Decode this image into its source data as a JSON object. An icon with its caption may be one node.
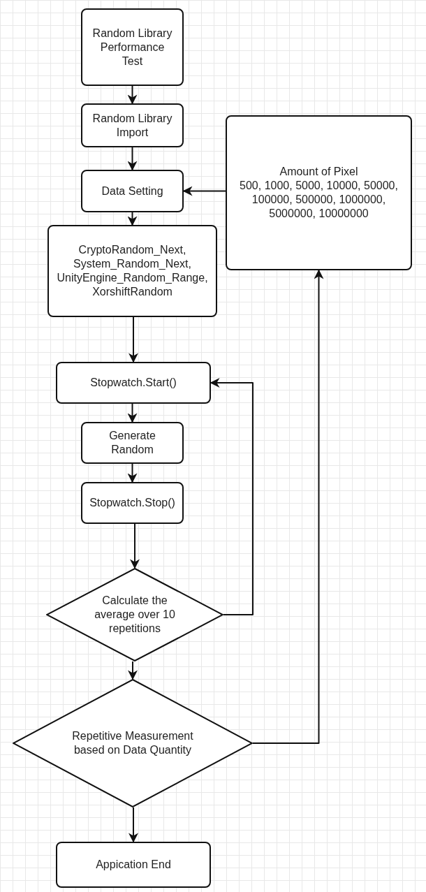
{
  "diagram": {
    "nodes": [
      {
        "text": [
          "Random Library Performance Test"
        ]
      },
      {
        "text": [
          "Random Library Import"
        ]
      },
      {
        "text": [
          "Data Setting"
        ]
      },
      {
        "text": [
          "CryptoRandom_Next, System_Random_Next, UnityEngine_Random_Range, XorshiftRandom"
        ]
      },
      {
        "text": [
          "Amount of Pixel",
          "500, 1000, 5000, 10000, 50000, 100000, 500000, 1000000, 5000000, 10000000"
        ]
      },
      {
        "text": [
          "Stopwatch.Start()"
        ]
      },
      {
        "text": [
          "Generate Random"
        ]
      },
      {
        "text": [
          "Stopwatch.Stop()"
        ]
      },
      {
        "text": [
          "Calculate the average over 10 repetitions"
        ]
      },
      {
        "text": [
          "Repetitive Measurement based on Data Quantity"
        ]
      },
      {
        "text": [
          "Appication End"
        ]
      }
    ],
    "edges": [
      {
        "from": 0,
        "to": 1,
        "arrow": "to"
      },
      {
        "from": 1,
        "to": 2,
        "arrow": "to"
      },
      {
        "from": 4,
        "to": 2,
        "arrow": "to"
      },
      {
        "from": 2,
        "to": 3,
        "arrow": "to"
      },
      {
        "from": 3,
        "to": 5,
        "arrow": "to"
      },
      {
        "from": 5,
        "to": 6,
        "arrow": "to"
      },
      {
        "from": 6,
        "to": 7,
        "arrow": "to"
      },
      {
        "from": 7,
        "to": 8,
        "arrow": "to"
      },
      {
        "from": 8,
        "to": 5,
        "arrow": "to"
      },
      {
        "from": 8,
        "to": 9,
        "arrow": "to"
      },
      {
        "from": 9,
        "to": 4,
        "arrow": "to"
      },
      {
        "from": 9,
        "to": 10,
        "arrow": "to"
      }
    ]
  }
}
